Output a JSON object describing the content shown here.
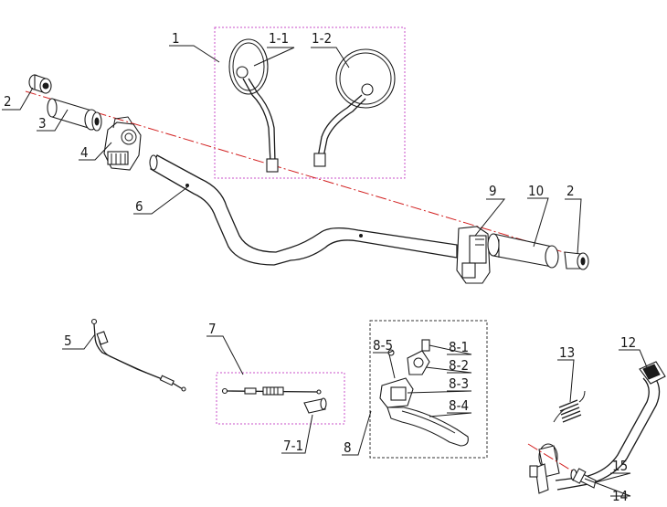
{
  "callouts": {
    "c1": "1",
    "c1_1": "1-1",
    "c1_2": "1-2",
    "c2_left": "2",
    "c2_right": "2",
    "c3": "3",
    "c4": "4",
    "c5": "5",
    "c6": "6",
    "c7": "7",
    "c7_1": "7-1",
    "c8": "8",
    "c8_1": "8-1",
    "c8_2": "8-2",
    "c8_3": "8-3",
    "c8_4": "8-4",
    "c8_5": "8-5",
    "c9": "9",
    "c10": "10",
    "c12": "12",
    "c13": "13",
    "c14": "14",
    "c15": "15"
  },
  "colors": {
    "line": "#1a1a1a",
    "center_axis": "#d21f1f",
    "group_box_pink": "#c84fc8",
    "group_box_black": "#333333"
  }
}
